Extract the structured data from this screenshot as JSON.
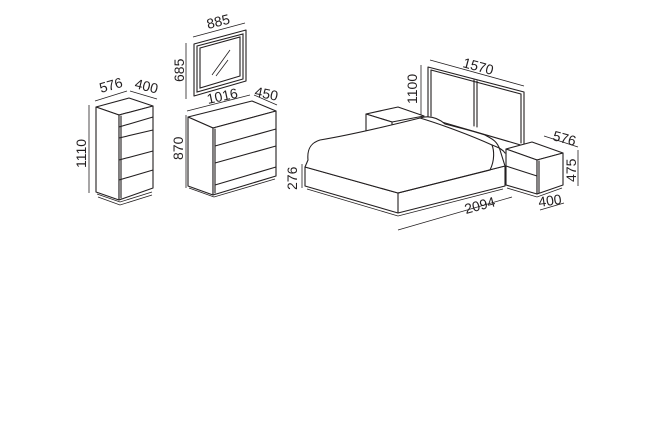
{
  "items": {
    "chest": {
      "width": "576",
      "depth": "400",
      "height": "1110"
    },
    "mirror": {
      "width": "885",
      "height": "685"
    },
    "dresser": {
      "width": "1016",
      "depth": "450",
      "height": "870"
    },
    "bed": {
      "headboard_width": "1570",
      "headboard_height": "1100",
      "base_height": "276",
      "length": "2094"
    },
    "nightstand": {
      "width": "576",
      "height": "475",
      "depth": "400"
    }
  }
}
